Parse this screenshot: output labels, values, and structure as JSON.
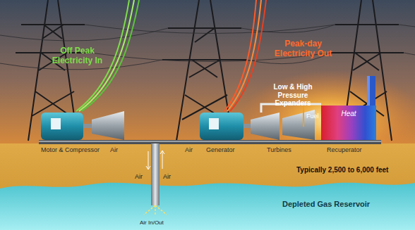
{
  "diagram": {
    "nodes": [
      {
        "text": [
          "Depleted Gas Reservoir"
        ]
      },
      {
        "text": [
          "Heat",
          "Recuperator"
        ]
      }
    ],
    "labels": [
      "Off Peak Electricity In",
      "Peak-day Electricity Out",
      "Low & High Pressure Expanders",
      "Fuel",
      "Motor & Compressor",
      "Air",
      "Air",
      "Generator",
      "Turbines",
      "Typically 2,500 to 6,000 feet",
      "Air",
      "Air",
      "Air In/Out"
    ]
  }
}
